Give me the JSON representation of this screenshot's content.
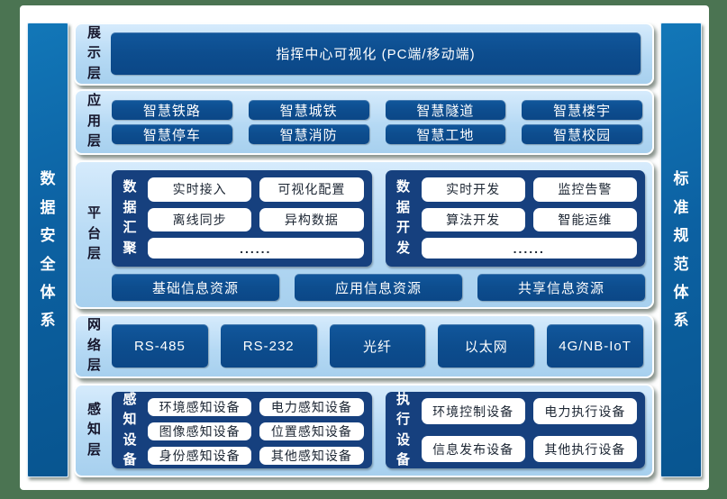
{
  "colors": {
    "frame_green": "#4b7452",
    "canvas_white": "#ffffff",
    "panel_light_blue": "#b5d9f4",
    "block_dark_blue": "#0d4d8e",
    "group_navy": "#16407e",
    "pillar_blue": "#0c61a2",
    "layer_label_text": "#15152b"
  },
  "pillars": {
    "left": "数据安全体系",
    "right": "标准规范体系"
  },
  "layers": [
    {
      "label": "展示层",
      "banner": "指挥中心可视化 (PC端/移动端)"
    },
    {
      "label": "应用层",
      "buttons": [
        "智慧铁路",
        "智慧城铁",
        "智慧隧道",
        "智慧楼宇",
        "智慧停车",
        "智慧消防",
        "智慧工地",
        "智慧校园"
      ]
    },
    {
      "label": "平台层",
      "groups": [
        {
          "title": "数据汇聚",
          "items": [
            "实时接入",
            "可视化配置",
            "离线同步",
            "异构数据"
          ],
          "more": "......"
        },
        {
          "title": "数据开发",
          "items": [
            "实时开发",
            "监控告警",
            "算法开发",
            "智能运维"
          ],
          "more": "......"
        }
      ],
      "resources": [
        "基础信息资源",
        "应用信息资源",
        "共享信息资源"
      ]
    },
    {
      "label": "网络层",
      "buttons": [
        "RS-485",
        "RS-232",
        "光纤",
        "以太网",
        "4G/NB-IoT"
      ]
    },
    {
      "label": "感知层",
      "groups": [
        {
          "title": "感知设备",
          "items": [
            "环境感知设备",
            "电力感知设备",
            "图像感知设备",
            "位置感知设备",
            "身份感知设备",
            "其他感知设备"
          ]
        },
        {
          "title": "执行设备",
          "items": [
            "环境控制设备",
            "电力执行设备",
            "信息发布设备",
            "其他执行设备"
          ]
        }
      ]
    }
  ]
}
